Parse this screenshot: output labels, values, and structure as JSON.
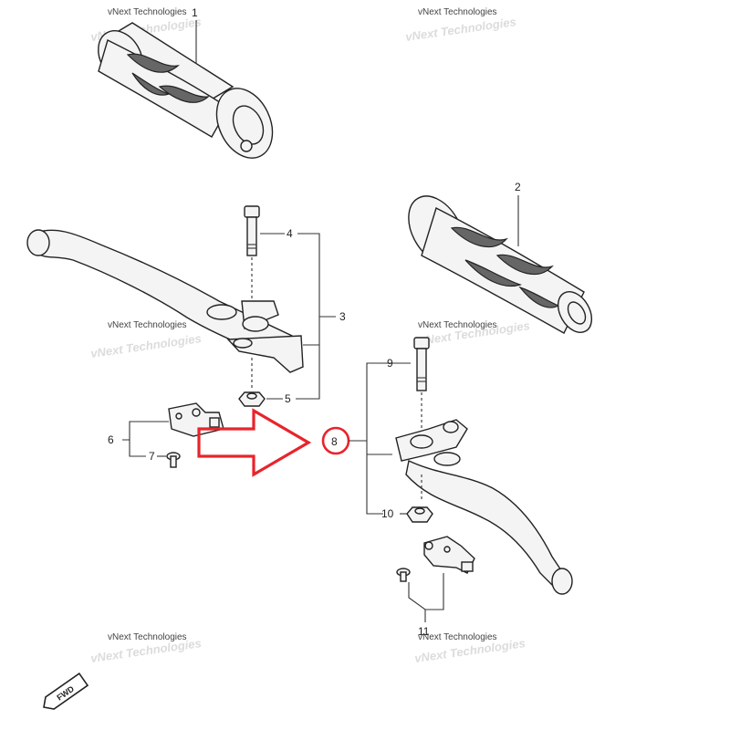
{
  "watermark": "vNext Technologies",
  "fwd_label": "FWD",
  "callouts": {
    "c1": "1",
    "c2": "2",
    "c3": "3",
    "c4": "4",
    "c5": "5",
    "c6": "6",
    "c7": "7",
    "c8": "8",
    "c9": "9",
    "c10": "10",
    "c11": "11"
  },
  "colors": {
    "highlight": "#e8242b",
    "line": "#333333"
  }
}
